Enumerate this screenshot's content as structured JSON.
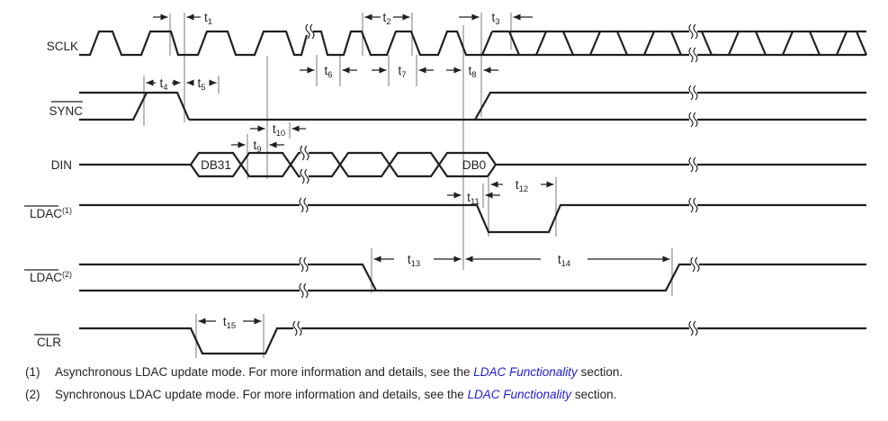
{
  "signals": {
    "sclk": {
      "label": "SCLK"
    },
    "sync": {
      "label": "SYNC"
    },
    "din": {
      "label": "DIN",
      "first_bit": "DB31",
      "last_bit": "DB0"
    },
    "ldac1": {
      "label": "LDAC",
      "superscript": "(1)"
    },
    "ldac2": {
      "label": "LDAC",
      "superscript": "(2)"
    },
    "clr": {
      "label": "CLR"
    }
  },
  "timing": {
    "t1": {
      "base": "t",
      "sub": "1"
    },
    "t2": {
      "base": "t",
      "sub": "2"
    },
    "t3": {
      "base": "t",
      "sub": "3"
    },
    "t4": {
      "base": "t",
      "sub": "4"
    },
    "t5": {
      "base": "t",
      "sub": "5"
    },
    "t6": {
      "base": "t",
      "sub": "6"
    },
    "t7": {
      "base": "t",
      "sub": "7"
    },
    "t8": {
      "base": "t",
      "sub": "8"
    },
    "t9": {
      "base": "t",
      "sub": "9"
    },
    "t10": {
      "base": "t",
      "sub": "10"
    },
    "t11": {
      "base": "t",
      "sub": "11"
    },
    "t12": {
      "base": "t",
      "sub": "12"
    },
    "t13": {
      "base": "t",
      "sub": "13"
    },
    "t14": {
      "base": "t",
      "sub": "14"
    },
    "t15": {
      "base": "t",
      "sub": "15"
    }
  },
  "footnotes": [
    {
      "number": "(1)",
      "text_before": "Asynchronous LDAC update mode. For more information and details, see the ",
      "link_text": "LDAC Functionality",
      "text_after": " section."
    },
    {
      "number": "(2)",
      "text_before": "Synchronous LDAC update mode. For more information and details, see the ",
      "link_text": "LDAC Functionality",
      "text_after": " section."
    }
  ],
  "colors": {
    "waveform": "#231f20",
    "reference_line": "#909090",
    "link_blue": "#1c1ce0",
    "background": "#ffffff"
  }
}
